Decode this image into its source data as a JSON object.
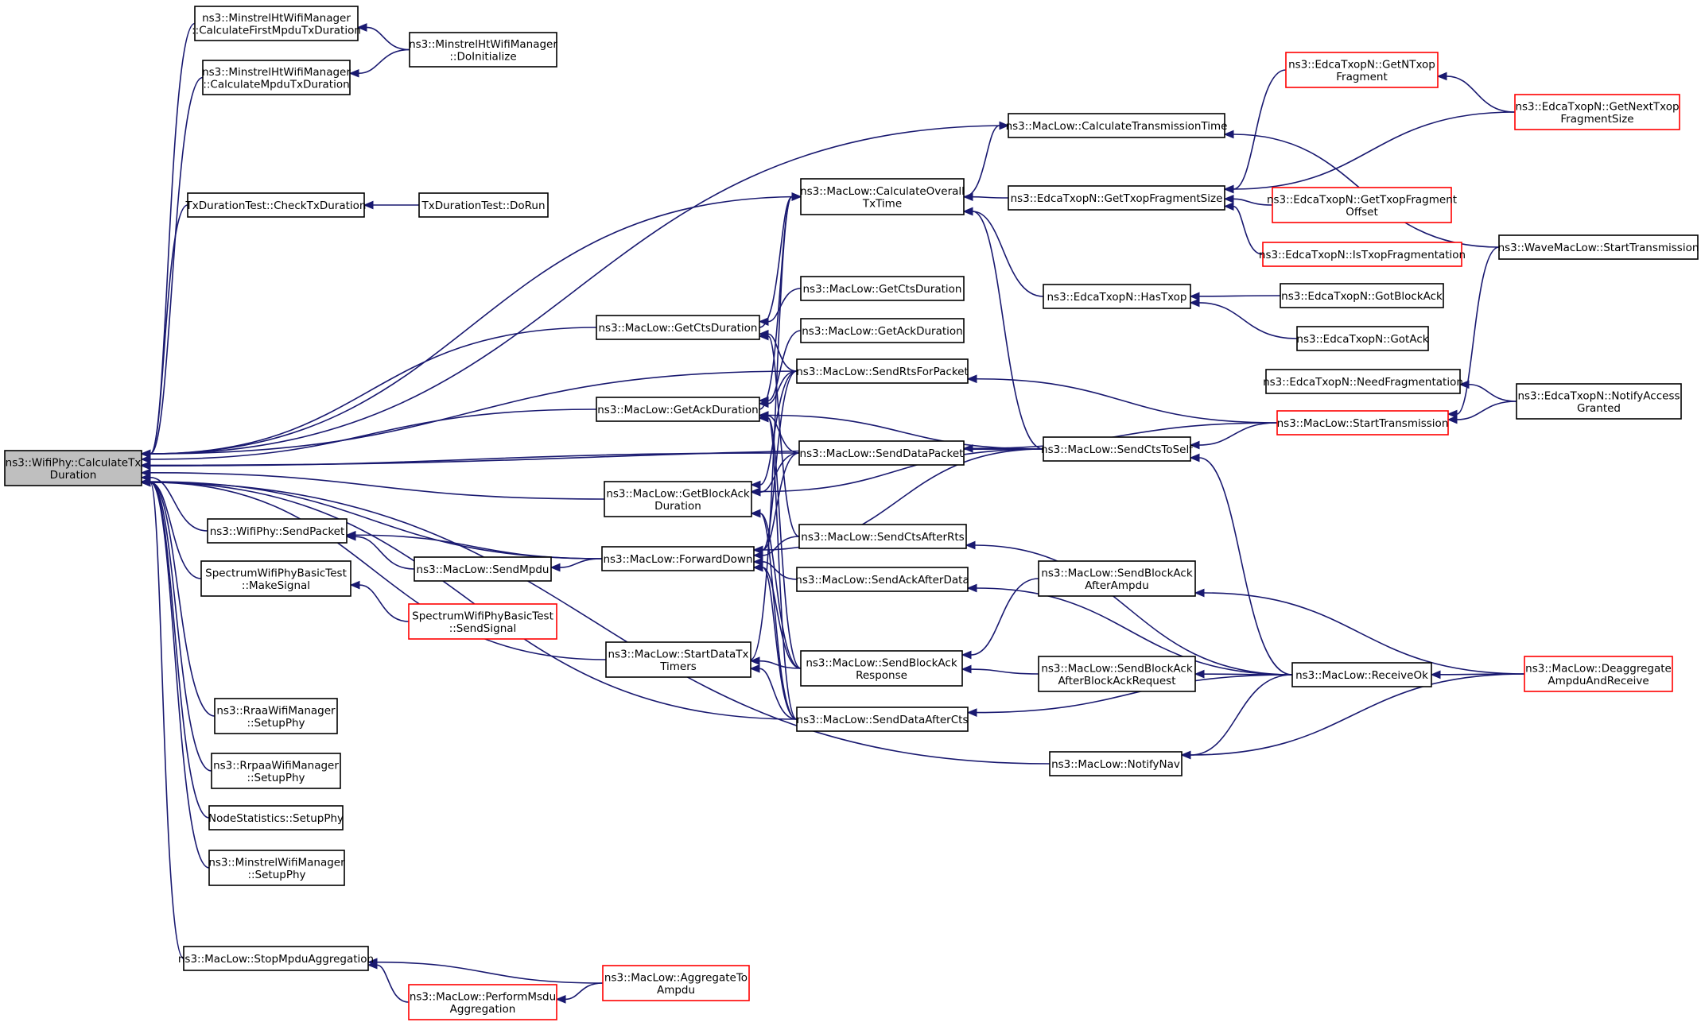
{
  "colors": {
    "edge": "#191970",
    "root_fill": "#bfbfbf",
    "red_border": "#ff0000",
    "black_border": "#000000"
  },
  "nodes": [
    {
      "id": "root",
      "lines": [
        "ns3::WifiPhy::CalculateTx",
        "Duration"
      ],
      "style": "root"
    },
    {
      "id": "mhCalcFirst",
      "lines": [
        "ns3::MinstrelHtWifiManager",
        "::CalculateFirstMpduTxDuration"
      ],
      "style": "black"
    },
    {
      "id": "mhCalcMpdu",
      "lines": [
        "ns3::MinstrelHtWifiManager",
        "::CalculateMpduTxDuration"
      ],
      "style": "black"
    },
    {
      "id": "mhDoInit",
      "lines": [
        "ns3::MinstrelHtWifiManager",
        "::DoInitialize"
      ],
      "style": "black"
    },
    {
      "id": "txCheck",
      "lines": [
        "TxDurationTest::CheckTxDuration"
      ],
      "style": "black"
    },
    {
      "id": "txDoRun",
      "lines": [
        "TxDurationTest::DoRun"
      ],
      "style": "black"
    },
    {
      "id": "phySend",
      "lines": [
        "ns3::WifiPhy::SendPacket"
      ],
      "style": "black"
    },
    {
      "id": "specMake",
      "lines": [
        "SpectrumWifiPhyBasicTest",
        "::MakeSignal"
      ],
      "style": "black"
    },
    {
      "id": "specSend",
      "lines": [
        "SpectrumWifiPhyBasicTest",
        "::SendSignal"
      ],
      "style": "red"
    },
    {
      "id": "rraa",
      "lines": [
        "ns3::RraaWifiManager",
        "::SetupPhy"
      ],
      "style": "black"
    },
    {
      "id": "rrpaa",
      "lines": [
        "ns3::RrpaaWifiManager",
        "::SetupPhy"
      ],
      "style": "black"
    },
    {
      "id": "nodeStat",
      "lines": [
        "NodeStatistics::SetupPhy"
      ],
      "style": "black"
    },
    {
      "id": "minstrel",
      "lines": [
        "ns3::MinstrelWifiManager",
        "::SetupPhy"
      ],
      "style": "black"
    },
    {
      "id": "stopMpdu",
      "lines": [
        "ns3::MacLow::StopMpduAggregation"
      ],
      "style": "black"
    },
    {
      "id": "performMsdu",
      "lines": [
        "ns3::MacLow::PerformMsdu",
        "Aggregation"
      ],
      "style": "red"
    },
    {
      "id": "aggToAmpdu",
      "lines": [
        "ns3::MacLow::AggregateTo",
        "Ampdu"
      ],
      "style": "red"
    },
    {
      "id": "sendMpdu",
      "lines": [
        "ns3::MacLow::SendMpdu"
      ],
      "style": "black"
    },
    {
      "id": "getCts",
      "lines": [
        "ns3::MacLow::GetCtsDuration"
      ],
      "style": "black"
    },
    {
      "id": "getAck",
      "lines": [
        "ns3::MacLow::GetAckDuration"
      ],
      "style": "black"
    },
    {
      "id": "getBlockAck",
      "lines": [
        "ns3::MacLow::GetBlockAck",
        "Duration"
      ],
      "style": "black"
    },
    {
      "id": "forwardDown",
      "lines": [
        "ns3::MacLow::ForwardDown"
      ],
      "style": "black"
    },
    {
      "id": "startDataTx",
      "lines": [
        "ns3::MacLow::StartDataTx",
        "Timers"
      ],
      "style": "black"
    },
    {
      "id": "calcOverall",
      "lines": [
        "ns3::MacLow::CalculateOverall",
        "TxTime"
      ],
      "style": "black"
    },
    {
      "id": "getCts2",
      "lines": [
        "ns3::MacLow::GetCtsDuration"
      ],
      "style": "black"
    },
    {
      "id": "getAck2",
      "lines": [
        "ns3::MacLow::GetAckDuration"
      ],
      "style": "black"
    },
    {
      "id": "sendRts",
      "lines": [
        "ns3::MacLow::SendRtsForPacket"
      ],
      "style": "black"
    },
    {
      "id": "sendData",
      "lines": [
        "ns3::MacLow::SendDataPacket"
      ],
      "style": "black"
    },
    {
      "id": "sendCtsAfterRts",
      "lines": [
        "ns3::MacLow::SendCtsAfterRts"
      ],
      "style": "black"
    },
    {
      "id": "sendAckAfterData",
      "lines": [
        "ns3::MacLow::SendAckAfterData"
      ],
      "style": "black"
    },
    {
      "id": "sendBlockAckResp",
      "lines": [
        "ns3::MacLow::SendBlockAck",
        "Response"
      ],
      "style": "black"
    },
    {
      "id": "sendDataAfterCts",
      "lines": [
        "ns3::MacLow::SendDataAfterCts"
      ],
      "style": "black"
    },
    {
      "id": "calcTransTime",
      "lines": [
        "ns3::MacLow::CalculateTransmissionTime"
      ],
      "style": "black"
    },
    {
      "id": "getTxopFragSize",
      "lines": [
        "ns3::EdcaTxopN::GetTxopFragmentSize"
      ],
      "style": "black"
    },
    {
      "id": "hasTxop",
      "lines": [
        "ns3::EdcaTxopN::HasTxop"
      ],
      "style": "black"
    },
    {
      "id": "needFrag",
      "lines": [
        "ns3::EdcaTxopN::NeedFragmentation"
      ],
      "style": "black"
    },
    {
      "id": "startTransmission",
      "lines": [
        "ns3::MacLow::StartTransmission"
      ],
      "style": "red"
    },
    {
      "id": "sendCtsToSelf",
      "lines": [
        "ns3::MacLow::SendCtsToSelf"
      ],
      "style": "black"
    },
    {
      "id": "sendBAAfterAmpdu",
      "lines": [
        "ns3::MacLow::SendBlockAck",
        "AfterAmpdu"
      ],
      "style": "black"
    },
    {
      "id": "sendBAAfterBAReq",
      "lines": [
        "ns3::MacLow::SendBlockAck",
        "AfterBlockAckRequest"
      ],
      "style": "black"
    },
    {
      "id": "notifyNav",
      "lines": [
        "ns3::MacLow::NotifyNav"
      ],
      "style": "black"
    },
    {
      "id": "getNTxopFrag",
      "lines": [
        "ns3::EdcaTxopN::GetNTxop",
        "Fragment"
      ],
      "style": "red"
    },
    {
      "id": "getTxopFragOffset",
      "lines": [
        "ns3::EdcaTxopN::GetTxopFragment",
        "Offset"
      ],
      "style": "red"
    },
    {
      "id": "isTxopFrag",
      "lines": [
        "ns3::EdcaTxopN::IsTxopFragmentation"
      ],
      "style": "red"
    },
    {
      "id": "gotBlockAck",
      "lines": [
        "ns3::EdcaTxopN::GotBlockAck"
      ],
      "style": "black"
    },
    {
      "id": "gotAck",
      "lines": [
        "ns3::EdcaTxopN::GotAck"
      ],
      "style": "black"
    },
    {
      "id": "receiveOk",
      "lines": [
        "ns3::MacLow::ReceiveOk"
      ],
      "style": "black"
    },
    {
      "id": "getNextTxopFragSize",
      "lines": [
        "ns3::EdcaTxopN::GetNextTxop",
        "FragmentSize"
      ],
      "style": "red"
    },
    {
      "id": "waveStart",
      "lines": [
        "ns3::WaveMacLow::StartTransmission"
      ],
      "style": "black"
    },
    {
      "id": "notifyAccess",
      "lines": [
        "ns3::EdcaTxopN::NotifyAccess",
        "Granted"
      ],
      "style": "black"
    },
    {
      "id": "deaggregate",
      "lines": [
        "ns3::MacLow::Deaggregate",
        "AmpduAndReceive"
      ],
      "style": "red"
    }
  ],
  "edges": [
    {
      "from": "mhCalcFirst",
      "to": "root"
    },
    {
      "from": "mhCalcMpdu",
      "to": "root"
    },
    {
      "from": "calcTransTime",
      "to": "root"
    },
    {
      "from": "txCheck",
      "to": "root"
    },
    {
      "from": "calcOverall",
      "to": "root"
    },
    {
      "from": "sendCtsToSelf",
      "to": "root"
    },
    {
      "from": "getCts",
      "to": "root"
    },
    {
      "from": "sendRts",
      "to": "root"
    },
    {
      "from": "getAck",
      "to": "root"
    },
    {
      "from": "sendData",
      "to": "root"
    },
    {
      "from": "getBlockAck",
      "to": "root"
    },
    {
      "from": "phySend",
      "to": "root"
    },
    {
      "from": "forwardDown",
      "to": "root"
    },
    {
      "from": "specMake",
      "to": "root"
    },
    {
      "from": "startDataTx",
      "to": "root"
    },
    {
      "from": "sendDataAfterCts",
      "to": "root"
    },
    {
      "from": "rraa",
      "to": "root"
    },
    {
      "from": "rrpaa",
      "to": "root"
    },
    {
      "from": "nodeStat",
      "to": "root"
    },
    {
      "from": "minstrel",
      "to": "root"
    },
    {
      "from": "notifyNav",
      "to": "root"
    },
    {
      "from": "stopMpdu",
      "to": "root"
    },
    {
      "from": "mhDoInit",
      "to": "mhCalcFirst"
    },
    {
      "from": "mhDoInit",
      "to": "mhCalcMpdu"
    },
    {
      "from": "txDoRun",
      "to": "txCheck"
    },
    {
      "from": "forwardDown",
      "to": "phySend"
    },
    {
      "from": "sendMpdu",
      "to": "phySend"
    },
    {
      "from": "specSend",
      "to": "specMake"
    },
    {
      "from": "performMsdu",
      "to": "stopMpdu"
    },
    {
      "from": "aggToAmpdu",
      "to": "stopMpdu"
    },
    {
      "from": "aggToAmpdu",
      "to": "performMsdu"
    },
    {
      "from": "forwardDown",
      "to": "sendMpdu"
    },
    {
      "from": "getTxopFragSize",
      "to": "calcOverall"
    },
    {
      "from": "hasTxop",
      "to": "calcOverall"
    },
    {
      "from": "sendCtsToSelf",
      "to": "calcOverall"
    },
    {
      "from": "getCts",
      "to": "calcOverall"
    },
    {
      "from": "getAck",
      "to": "calcOverall"
    },
    {
      "from": "getCts2",
      "to": "getCts"
    },
    {
      "from": "sendRts",
      "to": "getCts"
    },
    {
      "from": "sendCtsAfterRts",
      "to": "getCts"
    },
    {
      "from": "getAck2",
      "to": "getAck"
    },
    {
      "from": "sendRts",
      "to": "getAck"
    },
    {
      "from": "sendData",
      "to": "getAck"
    },
    {
      "from": "sendCtsToSelf",
      "to": "getAck"
    },
    {
      "from": "sendBlockAckResp",
      "to": "getAck"
    },
    {
      "from": "sendDataAfterCts",
      "to": "getAck"
    },
    {
      "from": "sendRts",
      "to": "getBlockAck"
    },
    {
      "from": "sendData",
      "to": "getBlockAck"
    },
    {
      "from": "sendCtsToSelf",
      "to": "getBlockAck"
    },
    {
      "from": "sendBlockAckResp",
      "to": "getBlockAck"
    },
    {
      "from": "sendDataAfterCts",
      "to": "getBlockAck"
    },
    {
      "from": "sendRts",
      "to": "forwardDown"
    },
    {
      "from": "sendData",
      "to": "forwardDown"
    },
    {
      "from": "sendCtsToSelf",
      "to": "forwardDown"
    },
    {
      "from": "sendCtsAfterRts",
      "to": "forwardDown"
    },
    {
      "from": "sendAckAfterData",
      "to": "forwardDown"
    },
    {
      "from": "sendBlockAckResp",
      "to": "forwardDown"
    },
    {
      "from": "sendDataAfterCts",
      "to": "forwardDown"
    },
    {
      "from": "sendBlockAckResp",
      "to": "startDataTx"
    },
    {
      "from": "sendDataAfterCts",
      "to": "startDataTx"
    },
    {
      "from": "startDataTx",
      "to": "calcOverall"
    },
    {
      "from": "startTransmission",
      "to": "sendRts"
    },
    {
      "from": "startTransmission",
      "to": "sendData"
    },
    {
      "from": "receiveOk",
      "to": "sendCtsAfterRts"
    },
    {
      "from": "receiveOk",
      "to": "sendAckAfterData"
    },
    {
      "from": "sendBAAfterAmpdu",
      "to": "sendBlockAckResp"
    },
    {
      "from": "sendBAAfterBAReq",
      "to": "sendBlockAckResp"
    },
    {
      "from": "receiveOk",
      "to": "sendDataAfterCts"
    },
    {
      "from": "waveStart",
      "to": "calcTransTime"
    },
    {
      "from": "calcOverall",
      "to": "calcTransTime"
    },
    {
      "from": "getNTxopFrag",
      "to": "getTxopFragSize"
    },
    {
      "from": "getNextTxopFragSize",
      "to": "getTxopFragSize"
    },
    {
      "from": "getTxopFragOffset",
      "to": "getTxopFragSize"
    },
    {
      "from": "isTxopFrag",
      "to": "getTxopFragSize"
    },
    {
      "from": "gotBlockAck",
      "to": "hasTxop"
    },
    {
      "from": "gotAck",
      "to": "hasTxop"
    },
    {
      "from": "notifyAccess",
      "to": "needFrag"
    },
    {
      "from": "notifyAccess",
      "to": "startTransmission"
    },
    {
      "from": "startTransmission",
      "to": "sendCtsToSelf"
    },
    {
      "from": "receiveOk",
      "to": "sendCtsToSelf"
    },
    {
      "from": "deaggregate",
      "to": "sendBAAfterAmpdu"
    },
    {
      "from": "receiveOk",
      "to": "sendBAAfterBAReq"
    },
    {
      "from": "deaggregate",
      "to": "receiveOk"
    },
    {
      "from": "receiveOk",
      "to": "notifyNav"
    },
    {
      "from": "deaggregate",
      "to": "notifyNav"
    },
    {
      "from": "getNextTxopFragSize",
      "to": "getNTxopFrag"
    },
    {
      "from": "waveStart",
      "to": "startTransmission"
    }
  ]
}
